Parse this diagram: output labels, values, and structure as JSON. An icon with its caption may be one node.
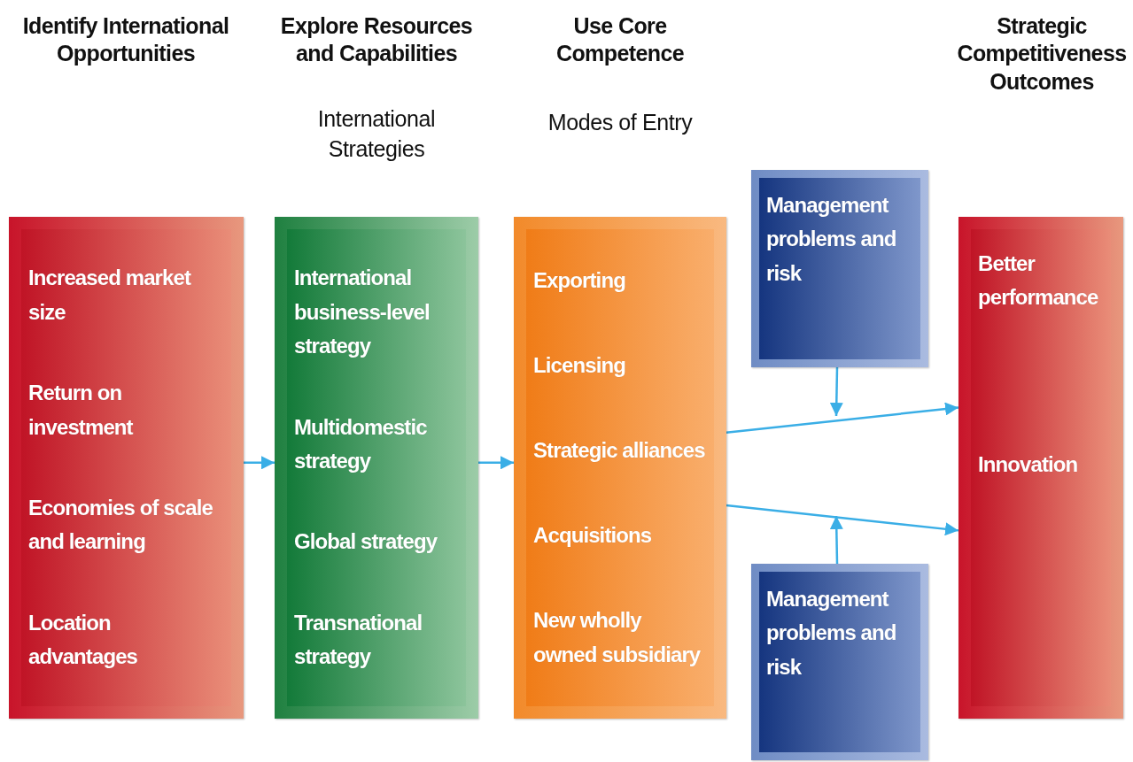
{
  "diagram": {
    "nodes": [
      {
        "text": [
          "Increased market size",
          "Return on investment",
          "Economies of scale and learning",
          "Location advantages"
        ]
      },
      {
        "text": [
          "International business-level strategy",
          "Multidomestic strategy",
          "Global strategy",
          "Transnational strategy"
        ]
      },
      {
        "text": [
          "Exporting",
          "Licensing",
          "Strategic alliances",
          "Acquisitions",
          "New wholly owned subsidiary"
        ]
      },
      {
        "text": [
          "Management problems and risk"
        ]
      },
      {
        "text": [
          "Management problems and risk"
        ]
      },
      {
        "text": [
          "Better performance",
          "Innovation"
        ]
      }
    ],
    "edges": [
      {
        "from": 0,
        "to": 1,
        "arrow": "to"
      },
      {
        "from": 1,
        "to": 2,
        "arrow": "to"
      },
      {
        "from": 2,
        "to": 5,
        "arrow": "to"
      },
      {
        "from": 2,
        "to": 5,
        "arrow": "to"
      },
      {
        "from": 3,
        "to": null,
        "arrow": "to"
      },
      {
        "from": 4,
        "to": null,
        "arrow": "to"
      }
    ],
    "labels": [
      "Identify International Opportunities",
      "Explore Resources and Capabilities",
      "International Strategies",
      "Use Core Competence",
      "Modes of Entry",
      "Strategic Competitiveness Outcomes"
    ]
  }
}
